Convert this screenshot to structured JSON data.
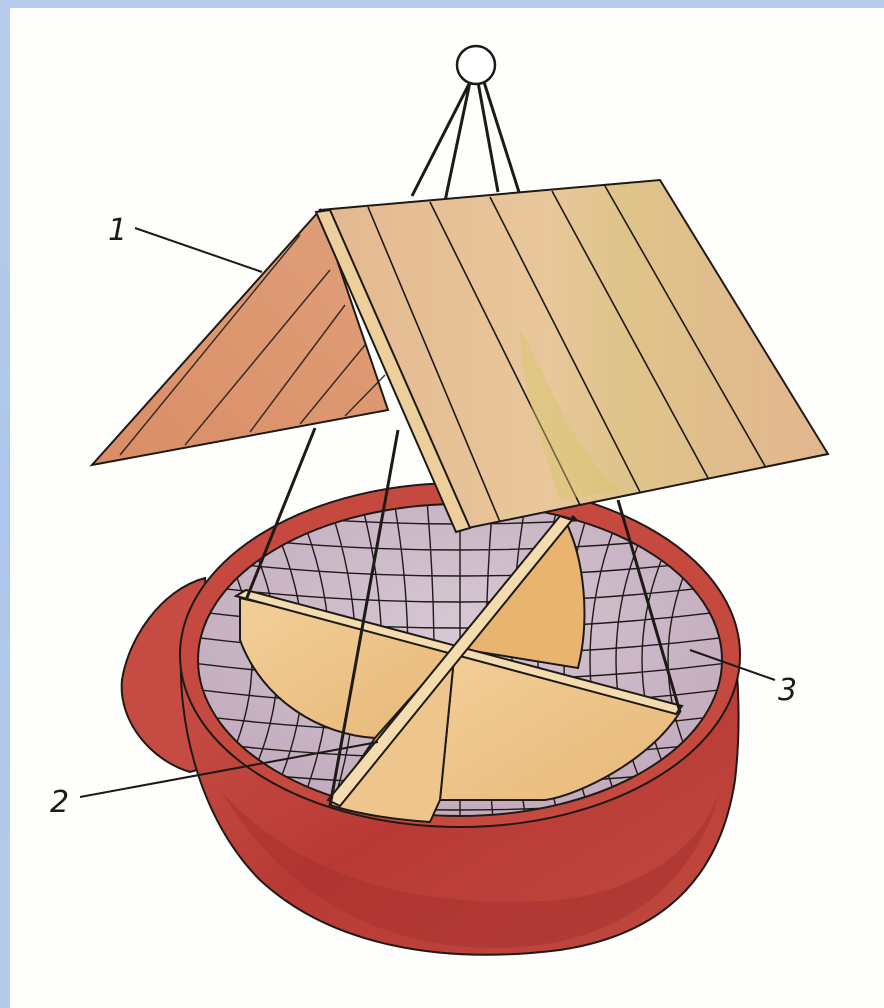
{
  "figure": {
    "callouts": [
      {
        "id": "1",
        "label": "1"
      },
      {
        "id": "2",
        "label": "2"
      },
      {
        "id": "3",
        "label": "3"
      }
    ]
  },
  "colors": {
    "frame": "#aec6ea",
    "paper": "#fefefd",
    "roof_front": "#e7bd93",
    "roof_side": "#d98f68",
    "bowl": "#c3483d",
    "bowl_dark": "#a93130",
    "mesh_bg": "#cdb9c8",
    "divider": "#efc98f",
    "ink": "#1e1a16"
  }
}
